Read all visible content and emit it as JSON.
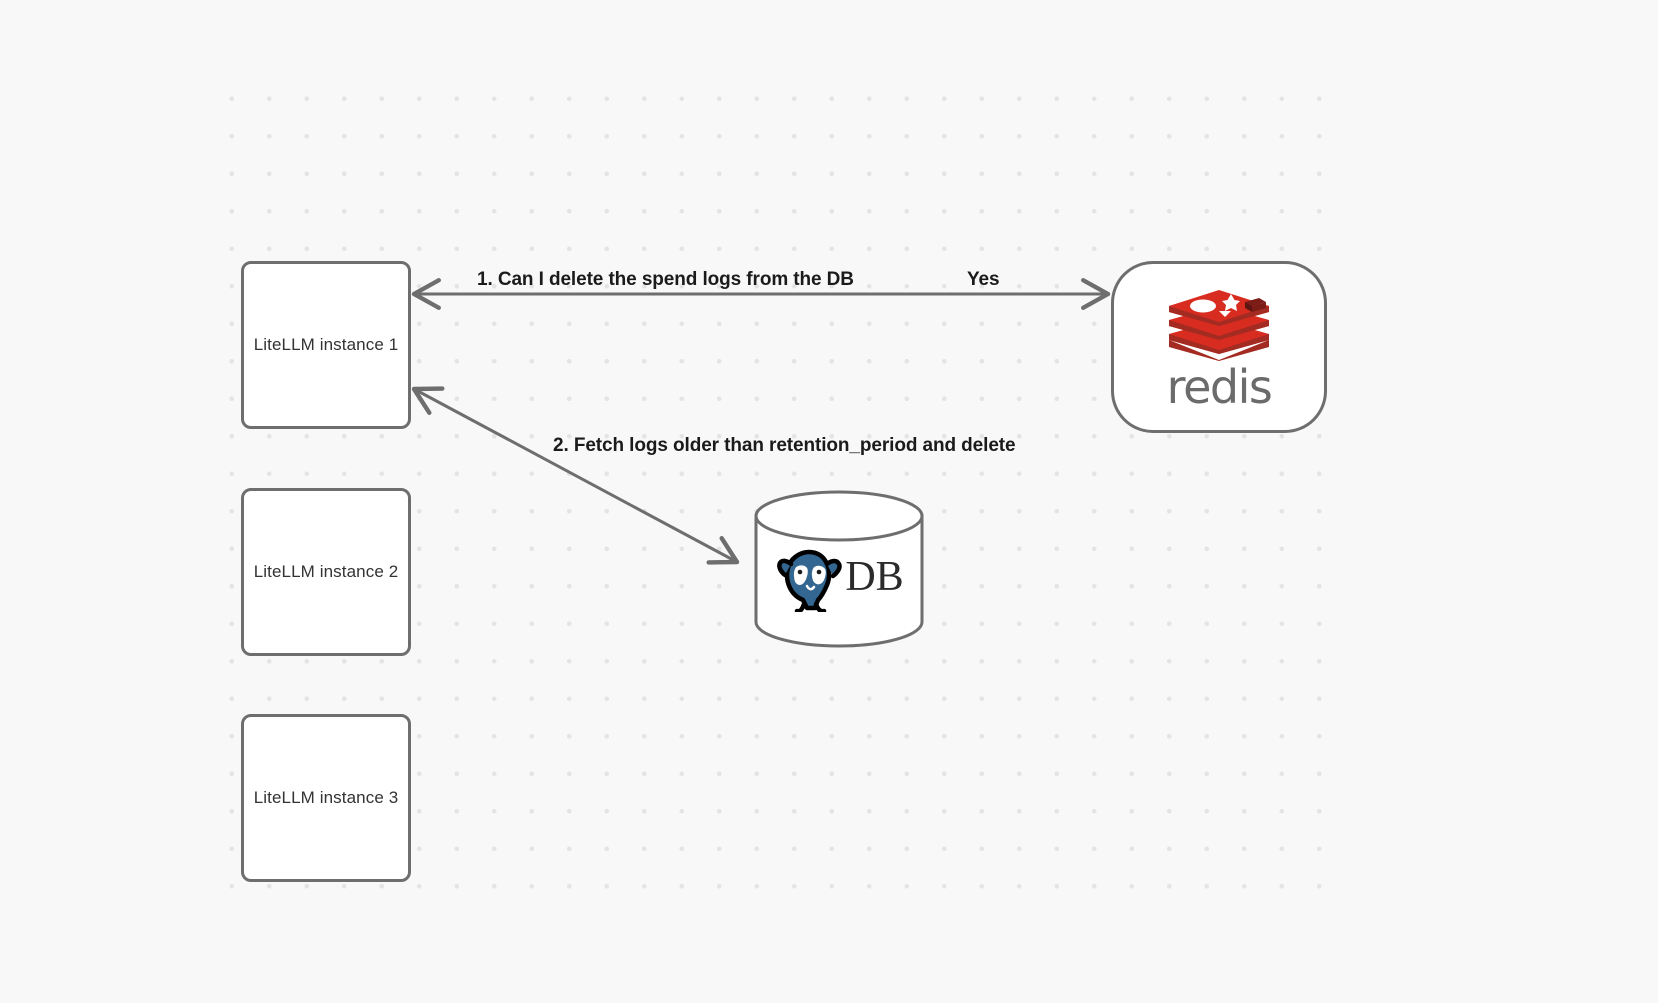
{
  "canvas": {
    "background_color": "#f8f8f8",
    "grid_dot_color": "#e4e4e4",
    "node_border_color": "#6e6e6e",
    "edge_color": "#6e6e6e"
  },
  "nodes": [
    {
      "id": "litellm-1",
      "label": "LiteLLM instance 1",
      "shape": "rounded-rect"
    },
    {
      "id": "litellm-2",
      "label": "LiteLLM instance 2",
      "shape": "rounded-rect"
    },
    {
      "id": "litellm-3",
      "label": "LiteLLM instance 3",
      "shape": "rounded-rect"
    },
    {
      "id": "redis",
      "label": "redis",
      "shape": "rounded-rect",
      "logo": "redis-logo-icon",
      "accent_color": "#d82c20"
    },
    {
      "id": "db",
      "label": "DB",
      "shape": "cylinder",
      "logo": "postgresql-elephant-icon",
      "accent_color": "#336791"
    }
  ],
  "edges": [
    {
      "id": "edge-1",
      "from": "litellm-1",
      "to": "redis",
      "label": "1.  Can I delete the spend logs from the DB",
      "reply_label": "Yes",
      "direction": "bidirectional"
    },
    {
      "id": "edge-2",
      "from": "litellm-1",
      "to": "db",
      "label": "2.  Fetch logs older than retention_period and delete",
      "direction": "bidirectional"
    }
  ]
}
